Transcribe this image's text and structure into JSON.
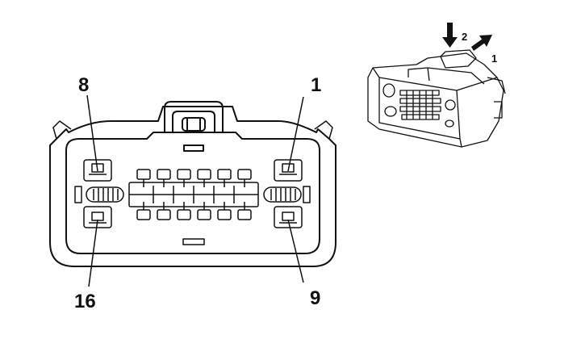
{
  "diagram": {
    "front_view": {
      "pin_labels": {
        "pin_8": "8",
        "pin_1": "1",
        "pin_16": "16",
        "pin_9": "9"
      }
    },
    "side_view": {
      "step_labels": {
        "push": "2",
        "release": "1"
      }
    },
    "colors": {
      "ink": "#111111",
      "background": "#ffffff"
    }
  }
}
